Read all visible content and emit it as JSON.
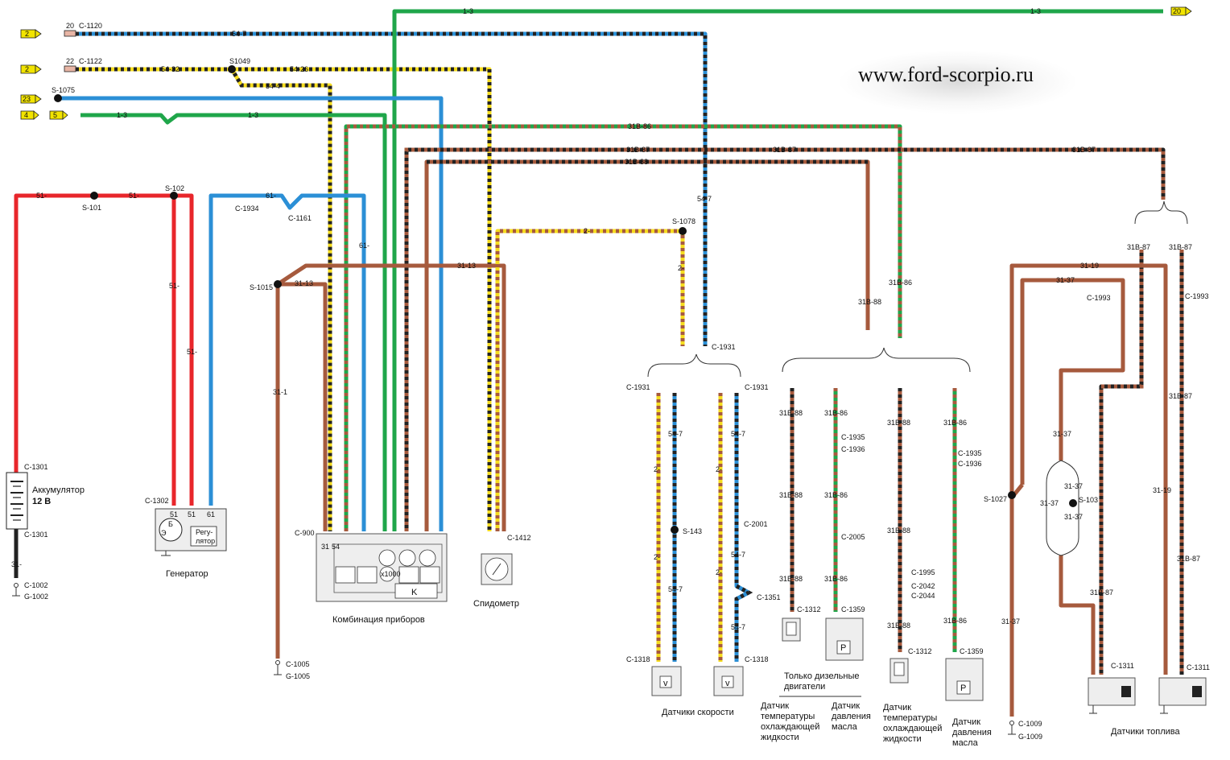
{
  "watermark": "www.ford-scorpio.ru",
  "colors": {
    "red": "#e8262b",
    "blue": "#2b8fd6",
    "green": "#1fa64a",
    "brown": "#a65a3d",
    "yellow": "#f5dc1e",
    "black": "#222222",
    "ref_box": "#f2e400"
  },
  "refs": {
    "r1": "2",
    "r2": "2",
    "r3": "23",
    "r4a": "4",
    "r4b": "5",
    "r_out": "20"
  },
  "labels": {
    "c1120": "C-1120",
    "pin20": "20",
    "w547a": "54-7",
    "c1122": "C-1122",
    "pin22": "22",
    "w5432": "54-32",
    "s1049": "S1049",
    "w5426": "54-26",
    "w544": "54-4",
    "s1075": "S-1075",
    "w13a": "1-3",
    "w13b": "1-3",
    "w13c": "1-3",
    "w13d": "1-3",
    "w31b86a": "31B-86",
    "w31b87a": "31B-87",
    "w31b87b": "31B-87",
    "w31b87c": "31B-87",
    "w31b88a": "31B-88",
    "w51a": "51-",
    "s101": "S-101",
    "w51b": "51-",
    "s102": "S-102",
    "w51c": "51-",
    "w51d": "51-",
    "c1934": "C-1934",
    "w61a": "61-",
    "c1161": "C-1161",
    "w61b": "61-",
    "w547b": "54-7",
    "s1078": "S-1078",
    "w2a": "2-",
    "w2b": "2-",
    "w3113a": "31-13",
    "w3113b": "31-13",
    "s1015": "S-1015",
    "w311": "31-1",
    "c1931a": "C-1931",
    "c1931b": "C-1931",
    "c1931c": "C-1931",
    "w31b86b": "31B-86",
    "w31b88b": "31B-88",
    "c1301a": "C-1301",
    "c1301b": "C-1301",
    "battery": "Аккумулятор",
    "battery_v": "12 В",
    "w31": "31-",
    "c1002": "C-1002",
    "g1002": "G-1002",
    "c1302": "C-1302",
    "p51a": "51",
    "p51b": "51",
    "p61": "61",
    "gen_b": "Б",
    "gen_e": "Э",
    "gen_reg1": "Регу-",
    "gen_reg2": "лятор",
    "gen_name": "Генератор",
    "c1005": "C-1005",
    "g1005": "G-1005",
    "c900": "C-900",
    "p31": "31",
    "p54": "54",
    "p1000": "x1000",
    "pk": "K",
    "cluster": "Комбинация приборов",
    "c1412": "C-1412",
    "speedo": "Спидометр",
    "sp_547a": "54-7",
    "sp_547b": "54-7",
    "sp_547c": "54-7",
    "sp_547d": "54-7",
    "sp_547e": "54-7",
    "sp_2a": "2-",
    "sp_2b": "2-",
    "sp_2c": "2-",
    "sp_2d": "2-",
    "s143": "S-143",
    "c2001": "C-2001",
    "c1351": "C-1351",
    "c1318a": "C-1318",
    "c1318b": "C-1318",
    "v1": "v",
    "v2": "v",
    "speed_sensors": "Датчики скорости",
    "a88a": "31B-88",
    "a88b": "31B-88",
    "a88c": "31B-88",
    "a86a": "31B-86",
    "a86b": "31B-86",
    "a86c": "31B-86",
    "c1935a": "C-1935",
    "c1936a": "C-1936",
    "c2005": "C-2005",
    "c1312a": "C-1312",
    "c1359a": "C-1359",
    "diesel1": "Только дизельные",
    "diesel2": "двигатели",
    "b88a": "31B-88",
    "b88b": "31B-88",
    "b88c": "31B-88",
    "b86a": "31B-86",
    "b86b": "31B-86",
    "c1935b": "C-1935",
    "c1936b": "C-1936",
    "c1995": "C-1995",
    "c2042": "C-2042",
    "c2044": "C-2044",
    "c1312b": "C-1312",
    "c1359b": "C-1359",
    "t1a": "Датчик",
    "t1b": "температуры",
    "t1c": "охлаждающей",
    "t1d": "жидкости",
    "o1a": "Датчик",
    "o1b": "давления",
    "o1c": "масла",
    "t2a": "Датчик",
    "t2b": "температуры",
    "t2c": "охлаждающей",
    "t2d": "жидкости",
    "o2a": "Датчик",
    "o2b": "давления",
    "o2c": "масла",
    "pr1": "P",
    "pr2": "P",
    "f87a": "31B-87",
    "f87b": "31B-87",
    "f3119a": "31-19",
    "f3137a": "31-37",
    "c1993a": "C-1993",
    "c1993b": "C-1993",
    "s1027": "S-1027",
    "f3137b": "31-37",
    "f3137c": "31-37",
    "f3137d": "31-37",
    "f3137e": "31-37",
    "s103": "S-103",
    "f87c": "31B-87",
    "f3119b": "31-19",
    "f87d": "31B-87",
    "f87e": "31B-87",
    "f3137f": "31-37",
    "c1009": "C-1009",
    "g1009": "G-1009",
    "c1311a": "C-1311",
    "c1311b": "C-1311",
    "fuel_sensors": "Датчики топлива"
  }
}
